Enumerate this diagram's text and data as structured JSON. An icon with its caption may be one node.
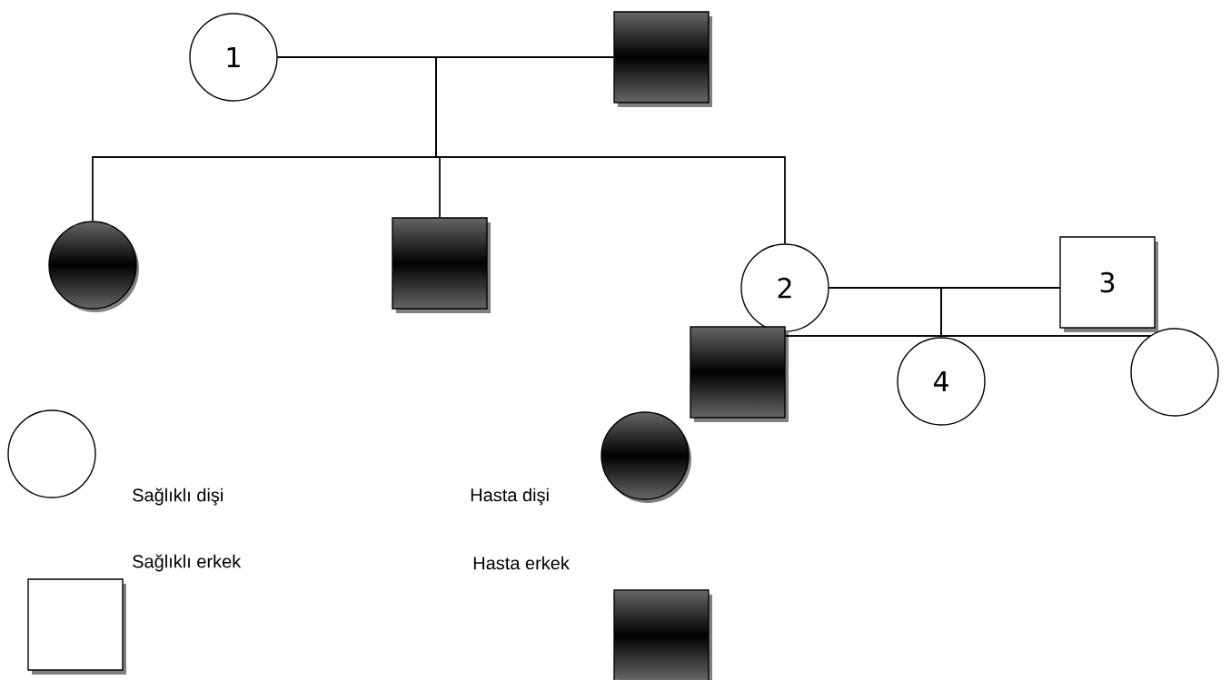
{
  "diagram": {
    "nodes": [
      {
        "text": [
          "1"
        ]
      },
      {
        "text": [],
        "shape": "box"
      },
      {
        "text": [],
        "shape": "circle"
      },
      {
        "text": [],
        "shape": "box"
      },
      {
        "text": [
          "2"
        ]
      },
      {
        "text": [
          "3"
        ]
      },
      {
        "text": [],
        "shape": "box"
      },
      {
        "text": [
          "4"
        ]
      },
      {
        "text": [],
        "shape": "circle"
      }
    ],
    "edges": [
      {
        "from": 0,
        "to": 1,
        "arrow": "none"
      },
      {
        "from": 0,
        "to": 2,
        "arrow": "none"
      },
      {
        "from": 0,
        "to": 3,
        "arrow": "none"
      },
      {
        "from": 0,
        "to": 4,
        "arrow": "none"
      },
      {
        "from": 1,
        "to": 2,
        "arrow": "none"
      },
      {
        "from": 1,
        "to": 3,
        "arrow": "none"
      },
      {
        "from": 1,
        "to": 4,
        "arrow": "none"
      },
      {
        "from": 4,
        "to": 5,
        "arrow": "none"
      },
      {
        "from": 4,
        "to": 6,
        "arrow": "none"
      },
      {
        "from": 4,
        "to": 7,
        "arrow": "none"
      },
      {
        "from": 4,
        "to": 8,
        "arrow": "none"
      },
      {
        "from": 5,
        "to": 6,
        "arrow": "none"
      },
      {
        "from": 5,
        "to": 7,
        "arrow": "none"
      },
      {
        "from": 5,
        "to": 8,
        "arrow": "none"
      }
    ],
    "legend": [
      {
        "text": "Sağlıklı dişi"
      },
      {
        "text": "Hasta dişi"
      },
      {
        "text": "Sağlıklı erkek"
      },
      {
        "text": "Hasta erkek"
      }
    ]
  }
}
